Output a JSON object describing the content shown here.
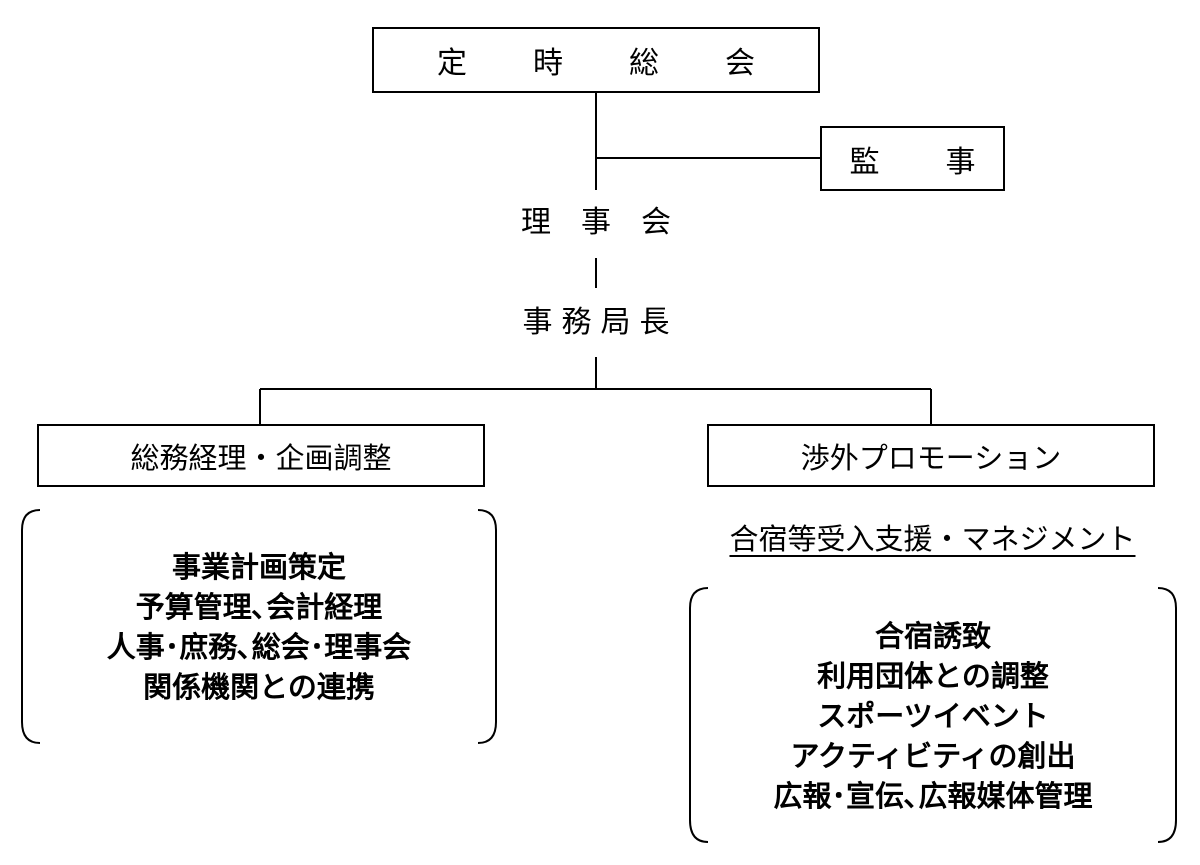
{
  "nodes": {
    "general_meeting": "定　時　総　会",
    "auditor": "監　事",
    "board": "理　事　会",
    "secretary_general": "事務局長",
    "dept_admin": "総務経理・企画調整",
    "dept_external": "渉外プロモーション"
  },
  "external_subtitle": "合宿等受入支援・マネジメント",
  "admin_duties": [
    "事業計画策定",
    "予算管理､会計経理",
    "人事･庶務､総会･理事会",
    "関係機関との連携"
  ],
  "external_duties": [
    "合宿誘致",
    "利用団体との調整",
    "スポーツイベント",
    "アクティビティの創出",
    "広報･宣伝､広報媒体管理"
  ]
}
